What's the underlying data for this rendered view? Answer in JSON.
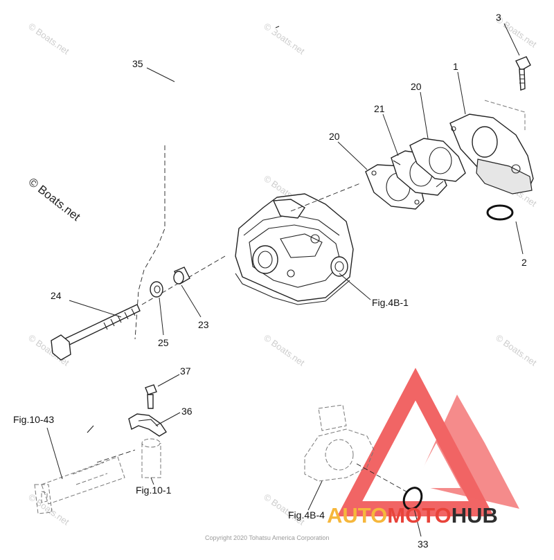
{
  "callouts": {
    "c1": "1",
    "c2": "2",
    "c3": "3",
    "c20a": "20",
    "c20b": "20",
    "c21": "21",
    "c23": "23",
    "c24": "24",
    "c25": "25",
    "c33": "33",
    "c35": "35",
    "c36": "36",
    "c37": "37"
  },
  "figure_refs": {
    "fig_4b1": "Fig.4B-1",
    "fig_4b4": "Fig.4B-4",
    "fig_10_43": "Fig.10-43",
    "fig_10_1": "Fig.10-1"
  },
  "watermark": {
    "main": "© Boats.net",
    "tile": "© Boats.net"
  },
  "copyright": "Copyright 2020 Tohatsu America Corporation",
  "brand": {
    "part1": "AUTO",
    "part2": "MOTO",
    "part3": "HUB",
    "color_auto": "#f6b73c",
    "color_moto": "#e8433a",
    "color_hub": "#2e2e2e",
    "logo_color": "#ef4a4a"
  }
}
